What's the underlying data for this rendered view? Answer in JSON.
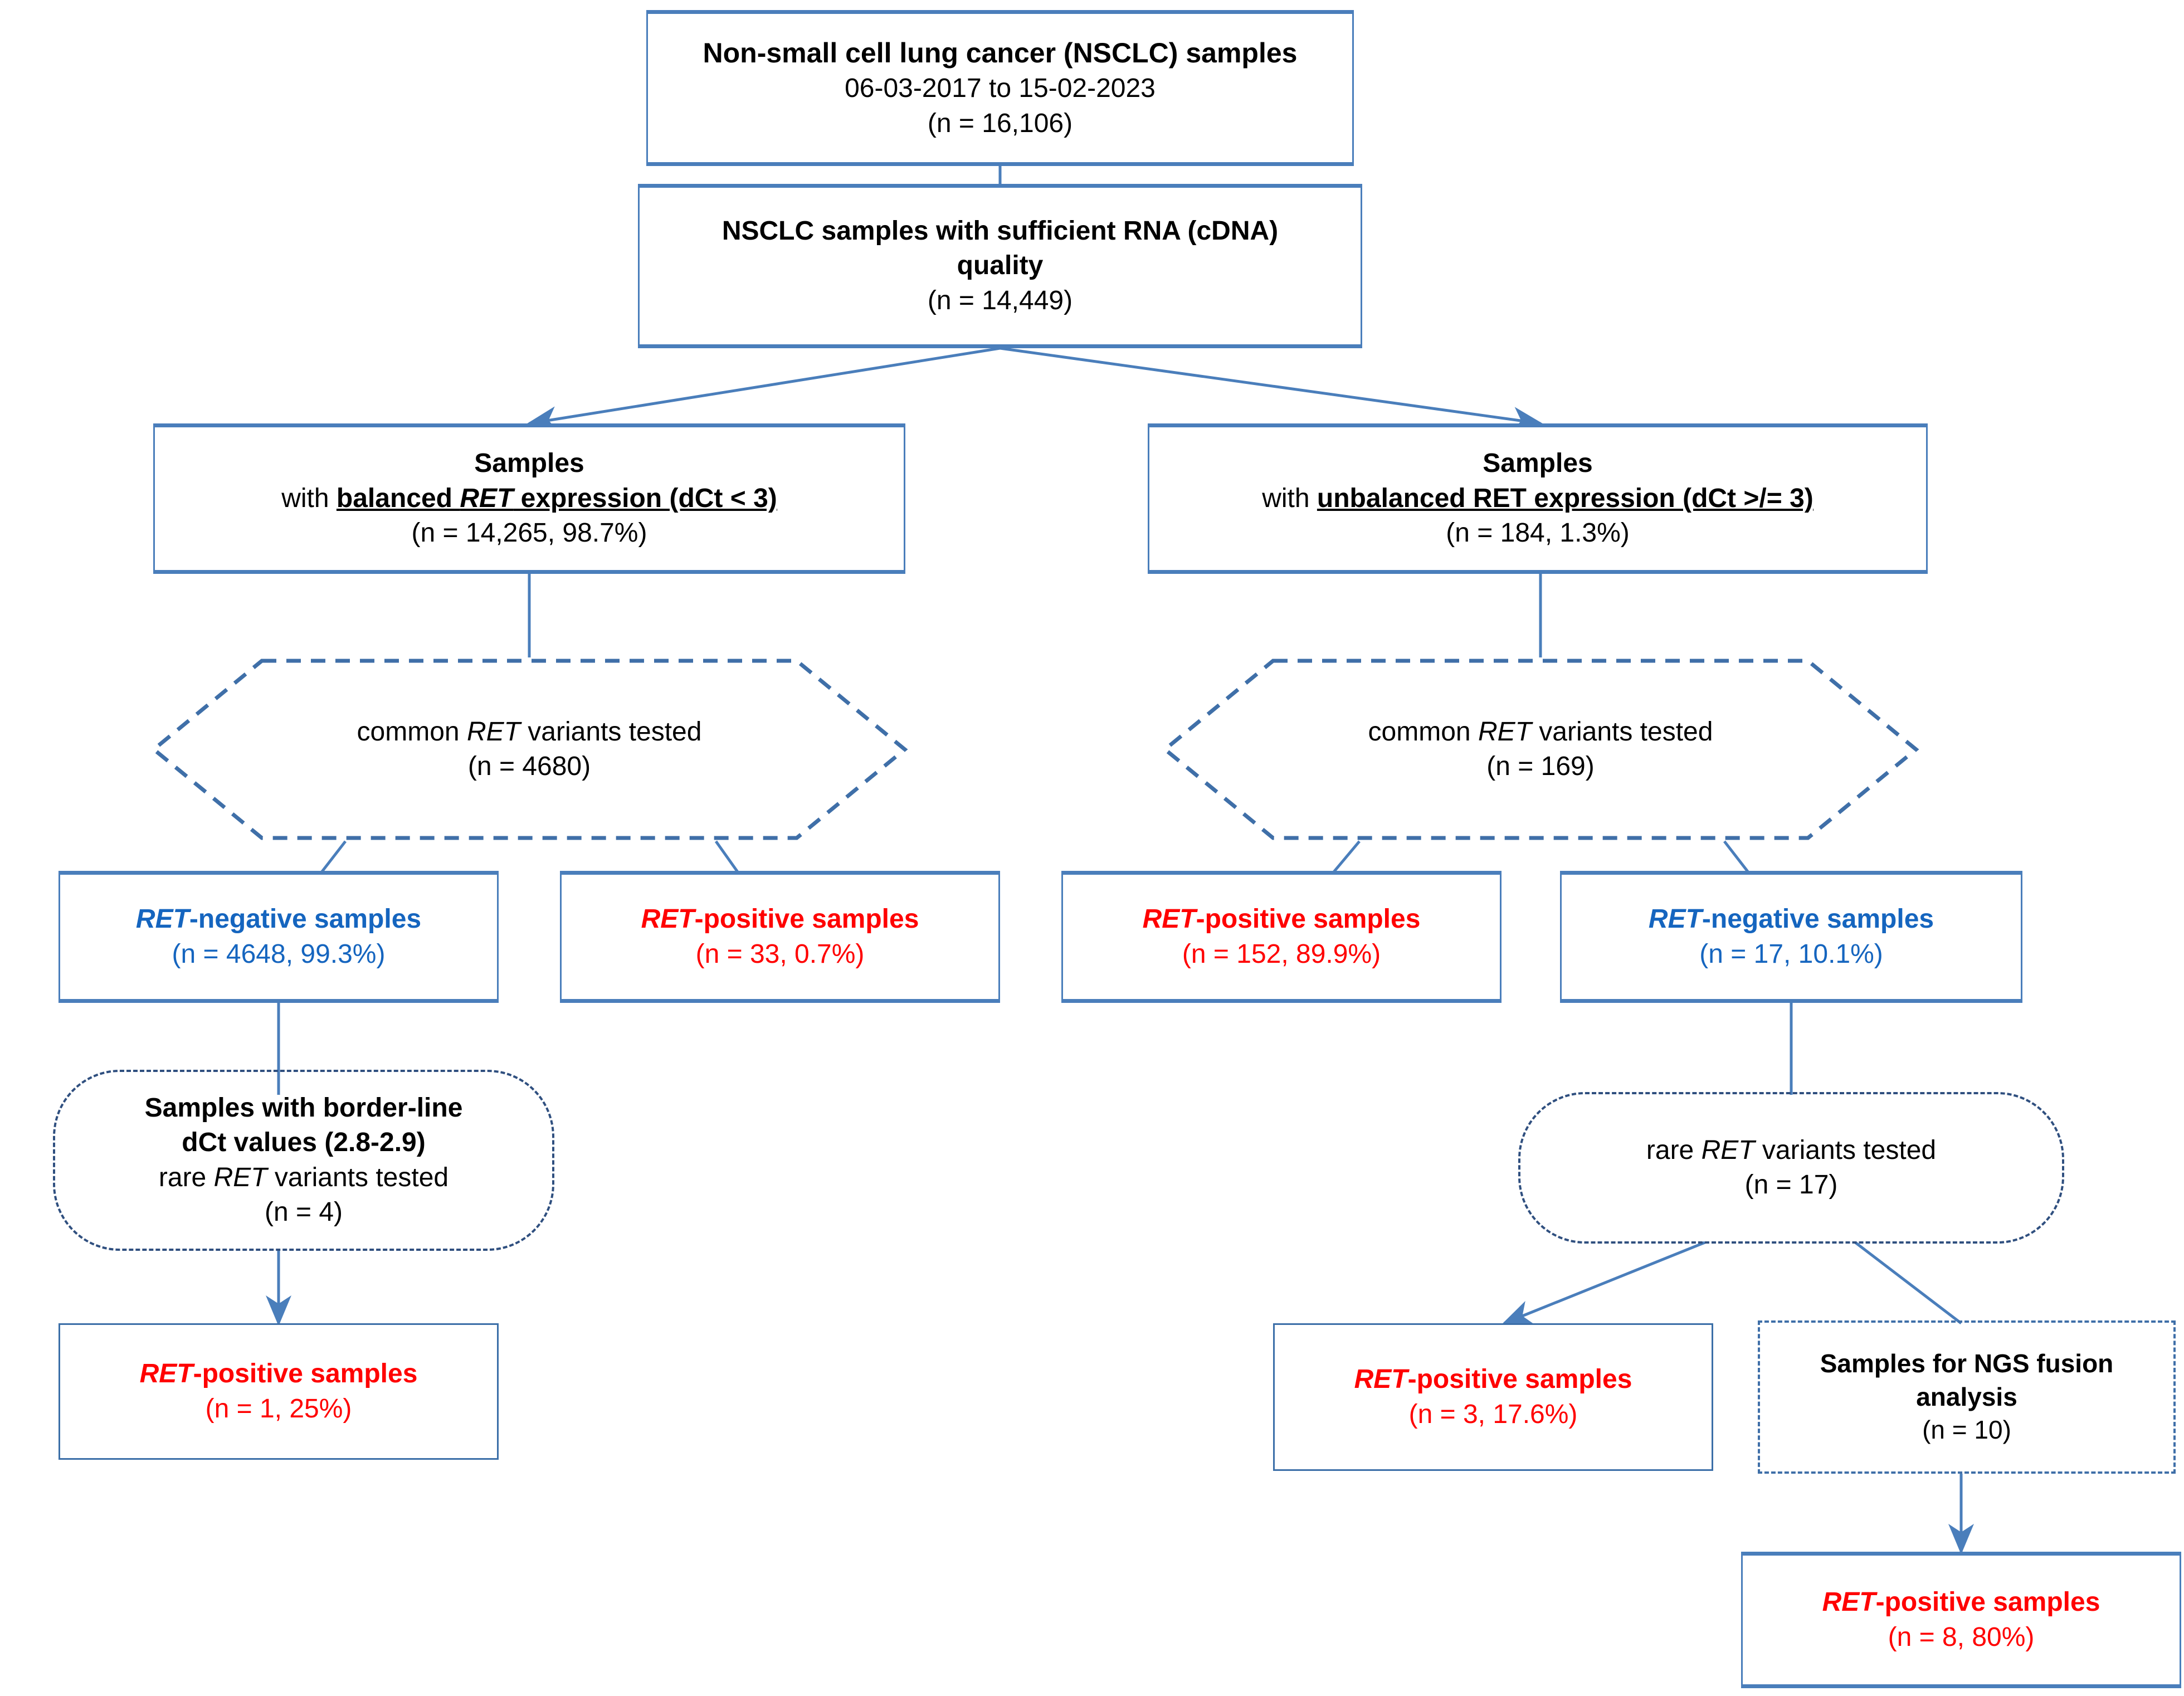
{
  "diagram": {
    "title": "RET testing flowchart for non-small cell lung cancer samples",
    "colors": {
      "box_border": "#4A7EBB",
      "dashed_border": "#3F6FA8",
      "positive_text": "#FF0000",
      "negative_text": "#1565BF",
      "arrow": "#4A7EBB",
      "background": "#FFFFFF"
    },
    "nodes": {
      "root": {
        "line1": "Non-small cell lung cancer (NSCLC) samples",
        "line2": "06-03-2017 to 15-02-2023",
        "line3": "(n = 16,106)"
      },
      "rna_quality": {
        "line1": "NSCLC samples with sufficient RNA (cDNA)",
        "line2": "quality",
        "line3": "(n = 14,449)"
      },
      "balanced": {
        "line1": "Samples",
        "line2_prefix": "with ",
        "line2_underlined_a": "balanced ",
        "line2_underlined_gene": "RET",
        "line2_underlined_b": " expression  (dCt < 3)",
        "line3": "(n = 14,265, 98.7%)"
      },
      "unbalanced": {
        "line1": "Samples",
        "line2_prefix": "with ",
        "line2_underlined": "unbalanced RET expression (dCt >/= 3)",
        "line3": "(n = 184, 1.3%)"
      },
      "hex_left": {
        "line1_a": "common ",
        "line1_gene": "RET",
        "line1_b": " variants tested",
        "line2": "(n = 4680)"
      },
      "hex_right": {
        "line1_a": "common ",
        "line1_gene": "RET",
        "line1_b": " variants tested",
        "line2": "(n = 169)"
      },
      "left_negative": {
        "gene": "RET",
        "label": "-negative samples",
        "count": "(n = 4648, 99.3%)"
      },
      "left_positive": {
        "gene": "RET",
        "label": "-positive samples",
        "count": "(n = 33, 0.7%)"
      },
      "right_positive": {
        "gene": "RET",
        "label": "-positive samples",
        "count": "(n = 152, 89.9%)"
      },
      "right_negative": {
        "gene": "RET",
        "label": "-negative samples",
        "count": "(n = 17, 10.1%)"
      },
      "borderline": {
        "line1": "Samples with border-line",
        "line2": "dCt values (2.8-2.9)",
        "line3_a": "rare ",
        "line3_gene": "RET",
        "line3_b": " variants tested",
        "line4": "(n = 4)"
      },
      "rare_right": {
        "line1_a": "rare ",
        "line1_gene": "RET",
        "line1_b": " variants tested",
        "line2": "(n = 17)"
      },
      "left_bottom_positive": {
        "gene": "RET",
        "label": "-positive samples",
        "count": "(n = 1, 25%)"
      },
      "mid_bottom_positive": {
        "gene": "RET",
        "label": "-positive samples",
        "count": "(n = 3, 17.6%)"
      },
      "ngs_fusion": {
        "line1": "Samples for NGS fusion",
        "line2": "analysis",
        "line3": "(n = 10)"
      },
      "ngs_positive": {
        "gene": "RET",
        "label": "-positive samples",
        "count": "(n = 8, 80%)"
      }
    }
  }
}
